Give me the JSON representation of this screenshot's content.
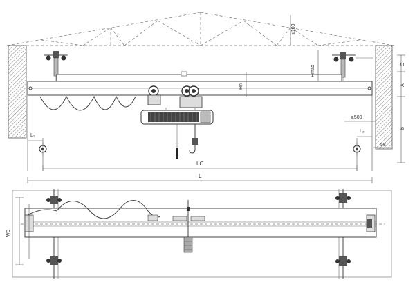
{
  "drawing": {
    "labels": {
      "h100": "≥100",
      "hmax": "Hmax",
      "hn": "Hn",
      "c": "C",
      "a": "A",
      "b": "b",
      "l500": "≥500",
      "v58": "58",
      "l1": "L₁",
      "l2": "L₂",
      "lc": "LC",
      "l": "L",
      "w": "WB"
    }
  }
}
